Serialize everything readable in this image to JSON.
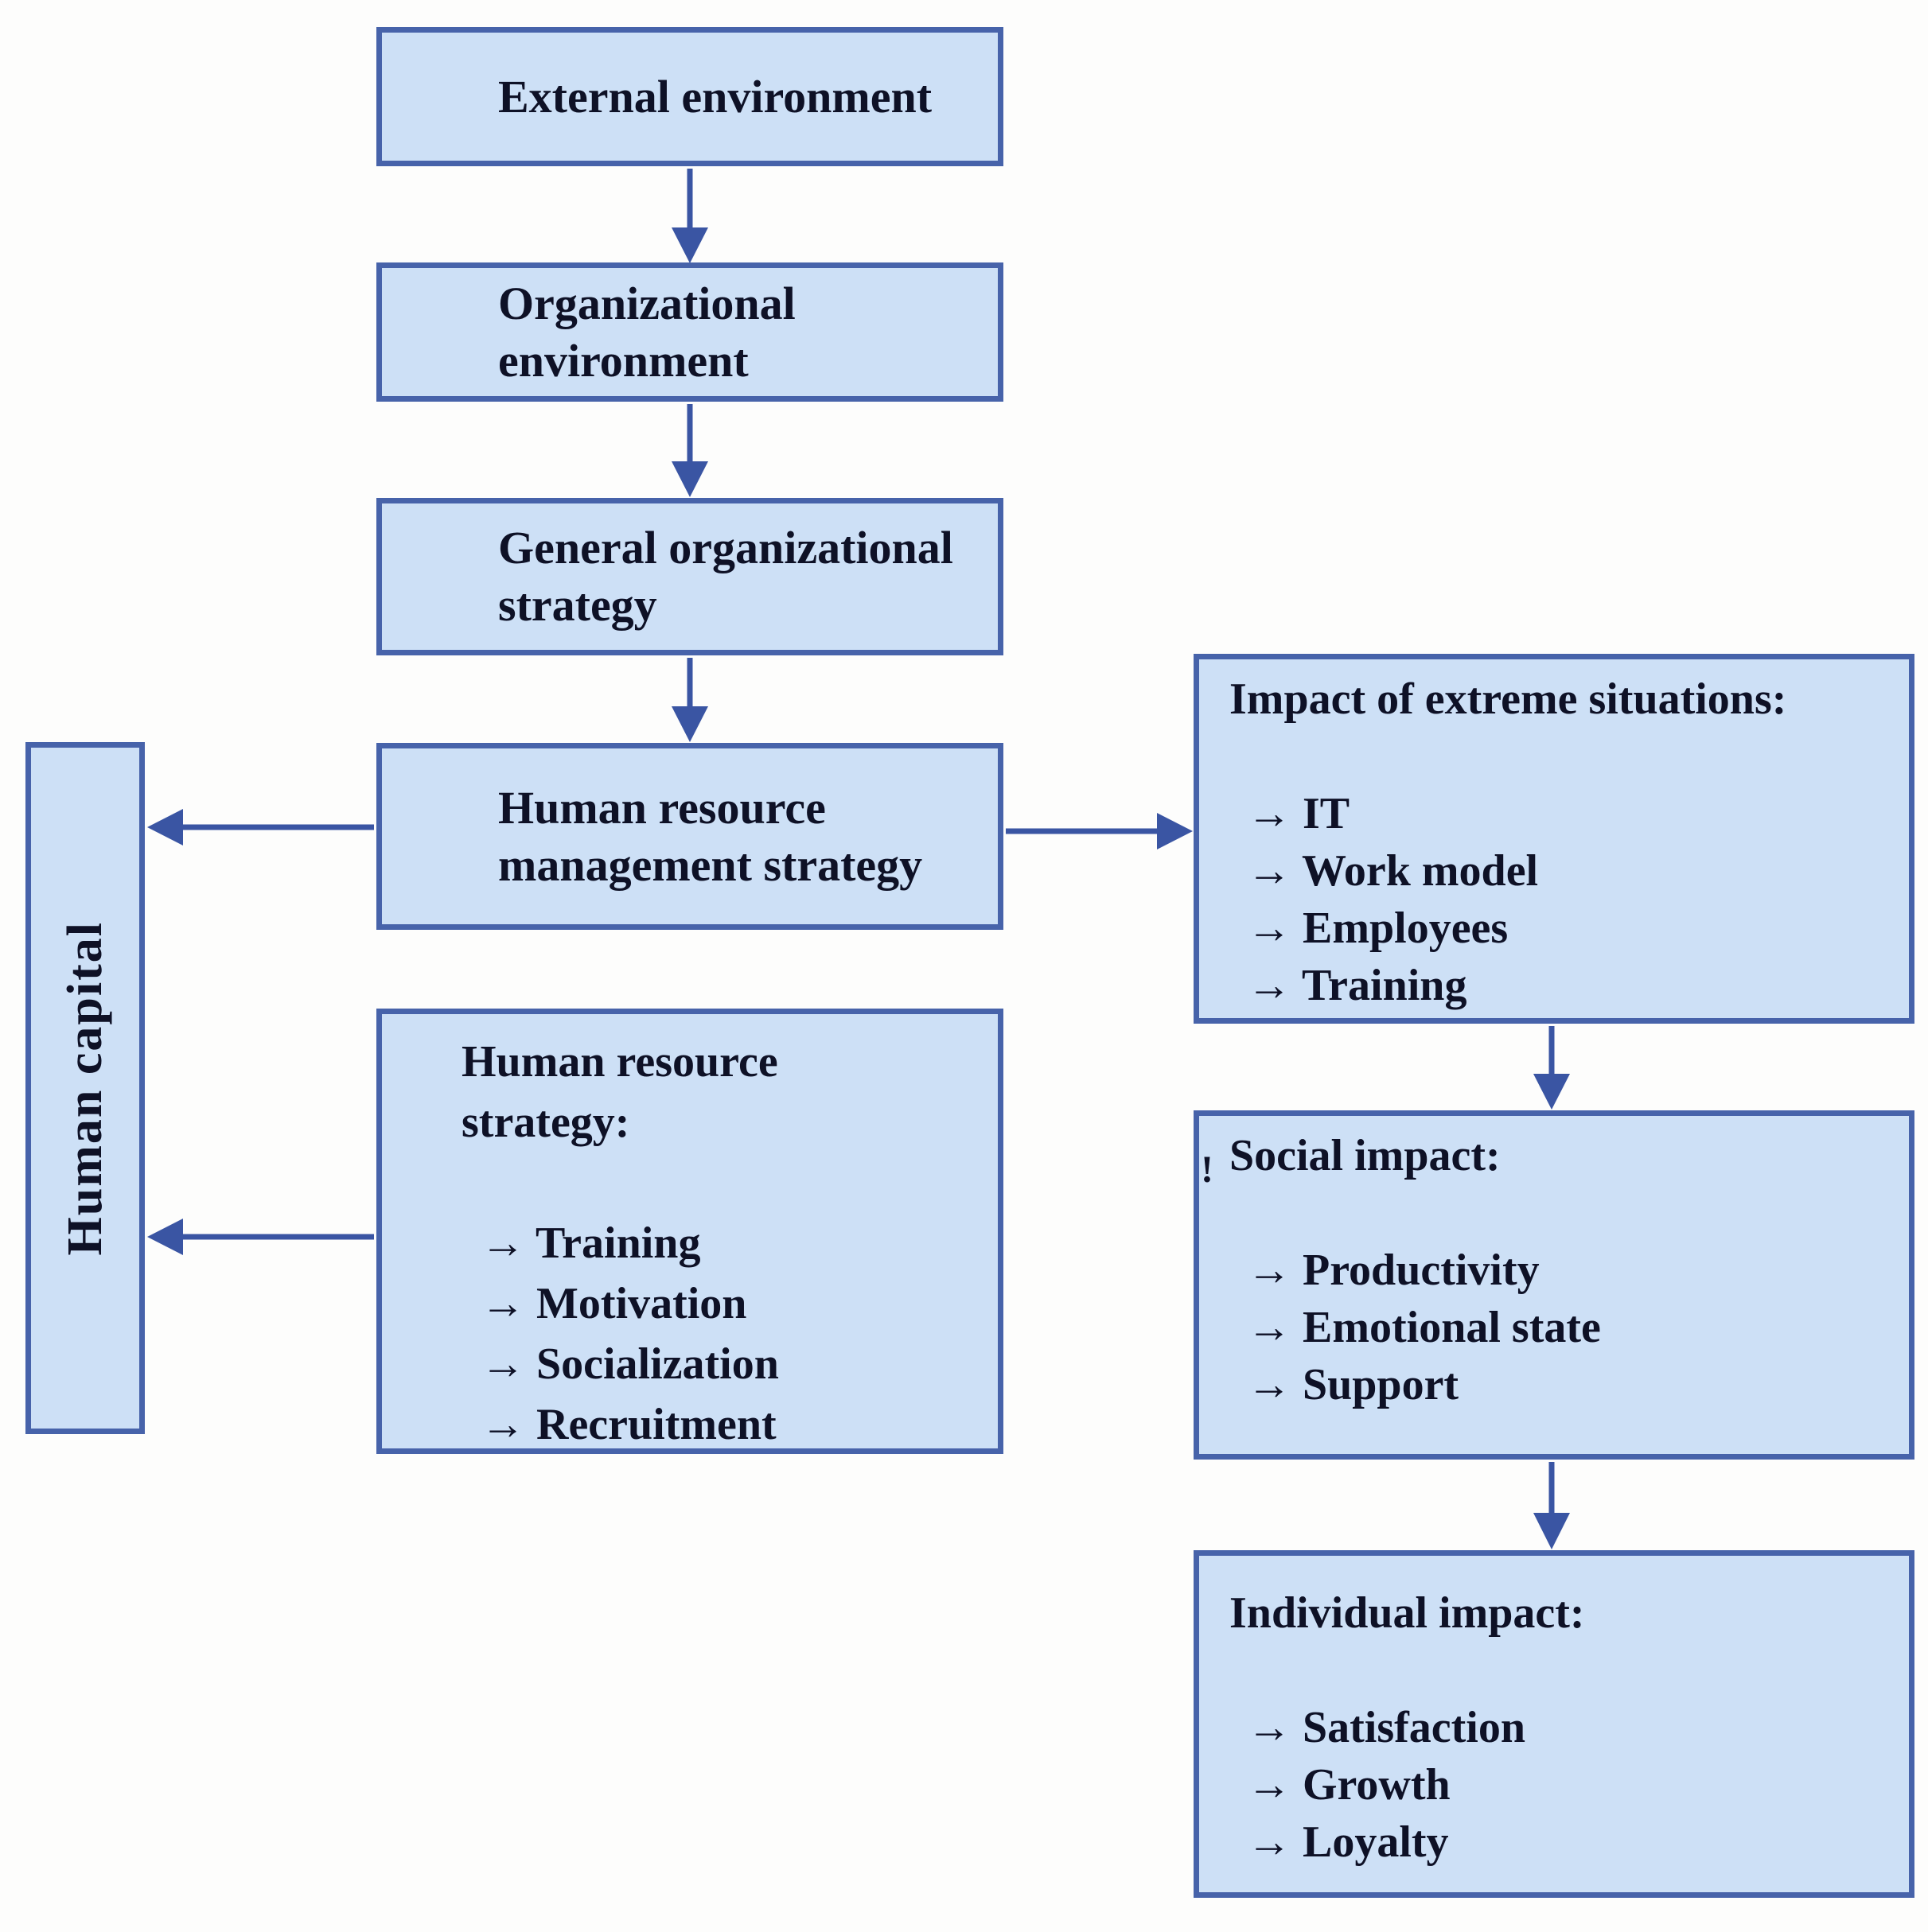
{
  "colors": {
    "background": "#fdfdfc",
    "box_fill": "#cde0f6",
    "box_border": "#4763aa",
    "arrow": "#3a55a3",
    "text": "#0e1126"
  },
  "boxes": {
    "external": {
      "label": "External environment"
    },
    "organizational": {
      "label": "Organizational\nenvironment"
    },
    "general": {
      "label": "General organizational\nstrategy"
    },
    "hrm": {
      "label": "Human resource\nmanagement strategy"
    },
    "human_capital": {
      "label": "Human capital"
    },
    "hr_strategy": {
      "title": "Human resource\nstrategy:",
      "items": [
        "→ Training",
        "→ Motivation",
        "→ Socialization",
        "→ Recruitment"
      ]
    },
    "impact": {
      "title": "Impact of extreme situations:",
      "items": [
        "→ IT",
        "→ Work model",
        "→ Employees",
        "→ Training"
      ]
    },
    "social": {
      "stray_mark": "!",
      "title": "Social impact:",
      "items": [
        "→ Productivity",
        "→ Emotional state",
        "→ Support"
      ]
    },
    "individual": {
      "title": "Individual impact:",
      "items": [
        "→ Satisfaction",
        "→ Growth",
        "→ Loyalty"
      ]
    }
  },
  "connections": [
    {
      "from": "external-environment",
      "to": "organizational-environment"
    },
    {
      "from": "organizational-environment",
      "to": "general-organizational-strategy"
    },
    {
      "from": "general-organizational-strategy",
      "to": "human-resource-management-strategy"
    },
    {
      "from": "human-resource-management-strategy",
      "to": "impact-of-extreme-situations"
    },
    {
      "from": "human-resource-management-strategy",
      "to": "human-capital"
    },
    {
      "from": "human-resource-strategy",
      "to": "human-capital"
    },
    {
      "from": "impact-of-extreme-situations",
      "to": "social-impact"
    },
    {
      "from": "social-impact",
      "to": "individual-impact"
    }
  ]
}
